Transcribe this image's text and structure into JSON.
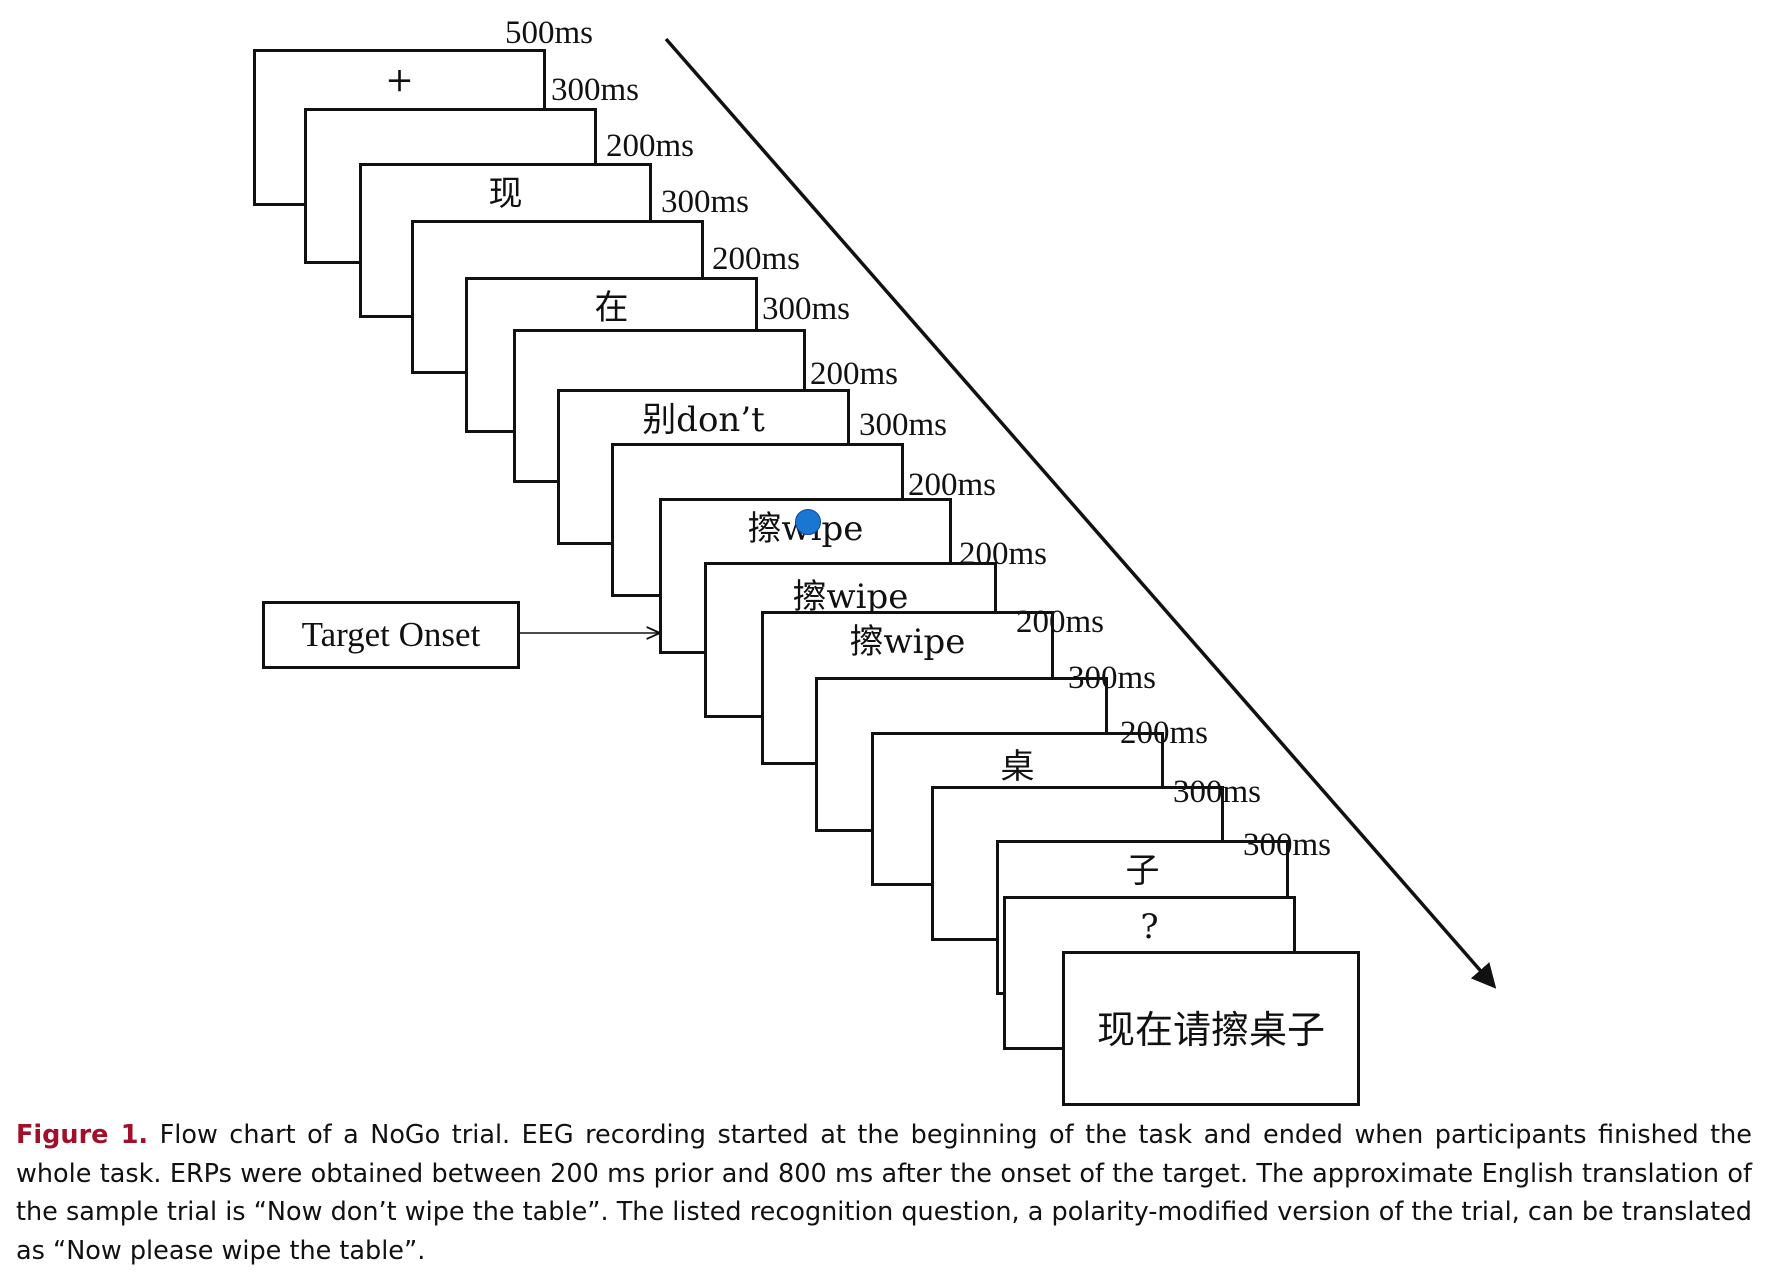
{
  "figure": {
    "frames": [
      {
        "id": "frame-1",
        "content": "+",
        "duration": "500ms"
      },
      {
        "id": "frame-2",
        "content": "",
        "duration": "300ms"
      },
      {
        "id": "frame-3",
        "content": "现",
        "duration": "200ms"
      },
      {
        "id": "frame-4",
        "content": "",
        "duration": "300ms"
      },
      {
        "id": "frame-5",
        "content": "在",
        "duration": "200ms"
      },
      {
        "id": "frame-6",
        "content": "",
        "duration": "300ms"
      },
      {
        "id": "frame-7",
        "content": "别don’t",
        "duration": "200ms"
      },
      {
        "id": "frame-8",
        "content": "",
        "duration": "300ms"
      },
      {
        "id": "frame-9",
        "content": "擦wipe",
        "duration": "200ms"
      },
      {
        "id": "frame-10",
        "content": "擦wipe",
        "duration": "200ms"
      },
      {
        "id": "frame-11",
        "content": "擦wipe",
        "duration": "200ms"
      },
      {
        "id": "frame-12",
        "content": "",
        "duration": "300ms"
      },
      {
        "id": "frame-13",
        "content": "桌",
        "duration": "200ms"
      },
      {
        "id": "frame-14",
        "content": "",
        "duration": "300ms"
      },
      {
        "id": "frame-15",
        "content": "子",
        "duration": "300ms"
      },
      {
        "id": "frame-16",
        "content": "?",
        "duration": ""
      },
      {
        "id": "frame-17",
        "content": "现在请擦桌子",
        "duration": ""
      }
    ],
    "target_onset_label": "Target Onset",
    "marker_color": "#1976d2"
  },
  "caption": {
    "label": "Figure 1.",
    "text": "Flow chart of a NoGo trial. EEG recording started at the beginning of the task and ended when participants finished the whole task. ERPs were obtained between 200 ms prior and 800 ms after the onset of the target. The approximate English translation of the sample trial is “Now don’t wipe the table”. The listed recognition question, a polarity-modified version of the trial, can be translated as “Now please wipe the table”."
  }
}
